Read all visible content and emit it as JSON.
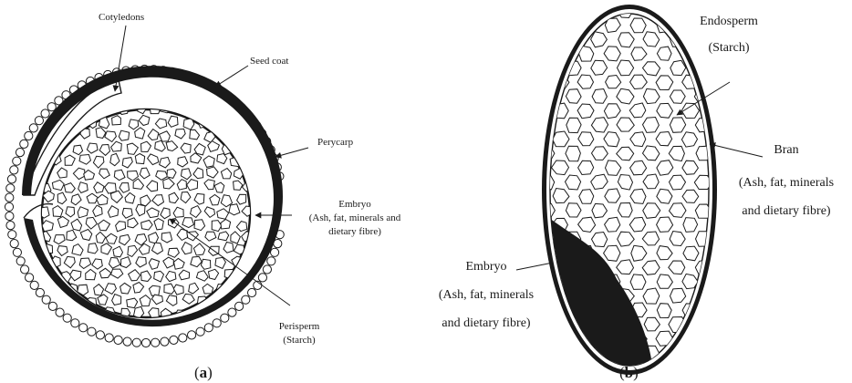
{
  "figure_a": {
    "labels": {
      "cotyledons": "Cotyledons",
      "seed_coat": "Seed coat",
      "perycarp": "Perycarp",
      "embryo_title": "Embryo",
      "embryo_detail_1": "(Ash, fat, minerals and",
      "embryo_detail_2": "dietary fibre)",
      "perisperm_title": "Perisperm",
      "perisperm_detail": "(Starch)"
    },
    "caption_open": "(",
    "caption_letter": "a",
    "caption_close": ")"
  },
  "figure_b": {
    "labels": {
      "endosperm_title": "Endosperm",
      "endosperm_detail": "(Starch)",
      "bran_title": "Bran",
      "bran_detail_1": "(Ash, fat, minerals",
      "bran_detail_2": "and dietary fibre)",
      "embryo_title": "Embryo",
      "embryo_detail_1": "(Ash, fat, minerals",
      "embryo_detail_2": "and dietary fibre)"
    },
    "caption_open": "(",
    "caption_letter": "b",
    "caption_close": ")"
  },
  "colors": {
    "ink": "#1a1a1a",
    "background": "#ffffff"
  }
}
